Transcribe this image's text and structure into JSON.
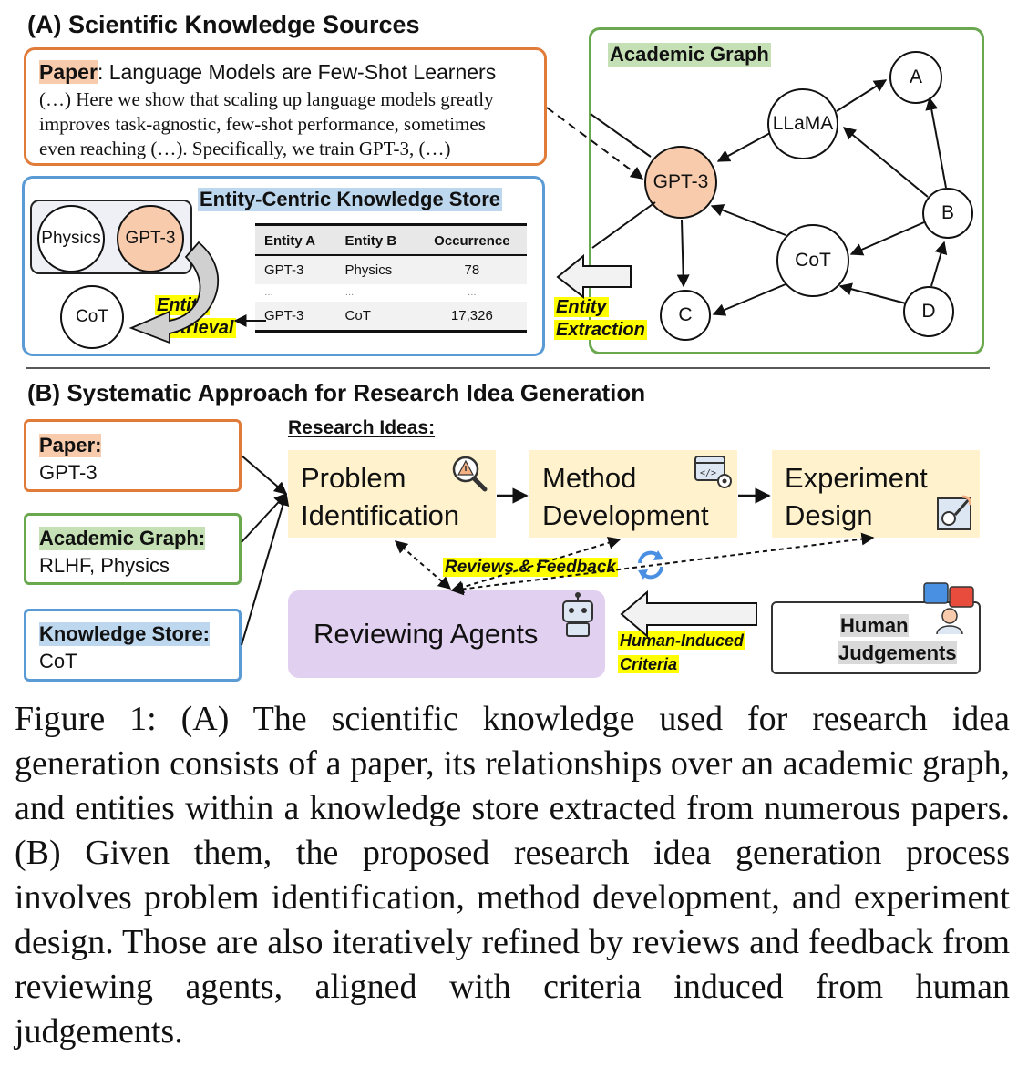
{
  "section_a": {
    "title": "(A) Scientific Knowledge Sources",
    "paper": {
      "label": "Paper",
      "title": ": Language Models are Few-Shot Learners",
      "lines": [
        "(…) Here we show that scaling up language models greatly",
        "improves task-agnostic, few-shot performance, sometimes",
        "even reaching (…). Specifically, we train GPT-3, (…)"
      ]
    },
    "knowledge_store": {
      "title": "Entity-Centric Knowledge Store",
      "entities": [
        "Physics",
        "GPT-3",
        "CoT"
      ],
      "table": {
        "headers": [
          "Entity A",
          "Entity B",
          "Occurrence"
        ],
        "rows": [
          [
            "GPT-3",
            "Physics",
            "78"
          ],
          [
            "…",
            "…",
            "…"
          ],
          [
            "GPT-3",
            "CoT",
            "17,326"
          ]
        ]
      },
      "retrieval_label": [
        "Entity",
        "Retrieval"
      ]
    },
    "academic_graph": {
      "title": "Academic Graph",
      "nodes": [
        "A",
        "LLaMA",
        "GPT-3",
        "B",
        "CoT",
        "C",
        "D"
      ]
    },
    "extraction_label": [
      "Entity",
      "Extraction"
    ]
  },
  "section_b": {
    "title": "(B) Systematic Approach for Research Idea Generation",
    "inputs": [
      {
        "label": "Paper:",
        "value": "GPT-3",
        "color": "#e07b39"
      },
      {
        "label": "Academic Graph:",
        "value": "RLHF, Physics",
        "color": "#6aa84f"
      },
      {
        "label": "Knowledge Store:",
        "value": "CoT",
        "color": "#5b9bd5"
      }
    ],
    "ideas_title": "Research Ideas:",
    "stages": [
      {
        "line1": "Problem",
        "line2": "Identification",
        "icon": "magnifier-warning-icon"
      },
      {
        "line1": "Method",
        "line2": "Development",
        "icon": "code-gear-icon"
      },
      {
        "line1": "Experiment",
        "line2": "Design",
        "icon": "blueprint-icon"
      }
    ],
    "feedback_label": "Reviews & Feedback",
    "reviewing_agents": "Reviewing Agents",
    "criteria_label": [
      "Human-Induced",
      "Criteria"
    ],
    "human_judgements": [
      "Human",
      "Judgements"
    ]
  },
  "caption": "Figure 1: (A) The scientific knowledge used for research idea generation consists of a paper, its relationships over an academic graph, and entities within a knowledge store extracted from numerous papers. (B) Given them, the proposed research idea generation process involves problem identification, method development, and experiment design. Those are also iteratively refined by reviews and feedback from reviewing agents, aligned with criteria induced from human judgements."
}
